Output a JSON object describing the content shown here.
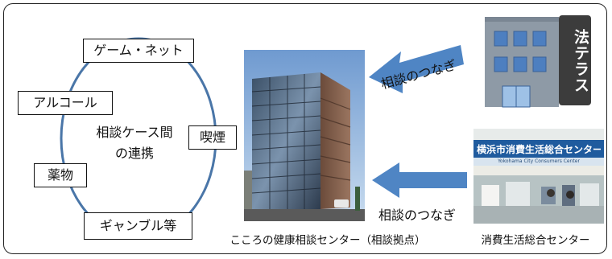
{
  "network": {
    "center_line1": "相談ケース間",
    "center_line2": "の連携",
    "nodes": {
      "game_net": "ゲーム・ネット",
      "alcohol": "アルコール",
      "smoking": "喫煙",
      "drugs": "薬物",
      "gambling": "ギャンブル等"
    }
  },
  "center_facility": {
    "caption": "こころの健康相談センター（相談拠点）"
  },
  "links": {
    "top_label": "相談のつなぎ",
    "bottom_label": "相談のつなぎ"
  },
  "houterasu": {
    "sign_text": "法テラス"
  },
  "consumer_center": {
    "sign_text": "横浜市消費生活総合センター",
    "sign_sub": "Yokohama City Consumers Center",
    "caption": "消費生活総合センター"
  },
  "colors": {
    "ellipse": "#4a76a8",
    "arrow": "#4f85c4",
    "building_body": "#8e9aa6",
    "houterasu_sign": "#3c3c3c",
    "window_blue": "#4d7fc0",
    "frame": "#222222"
  }
}
